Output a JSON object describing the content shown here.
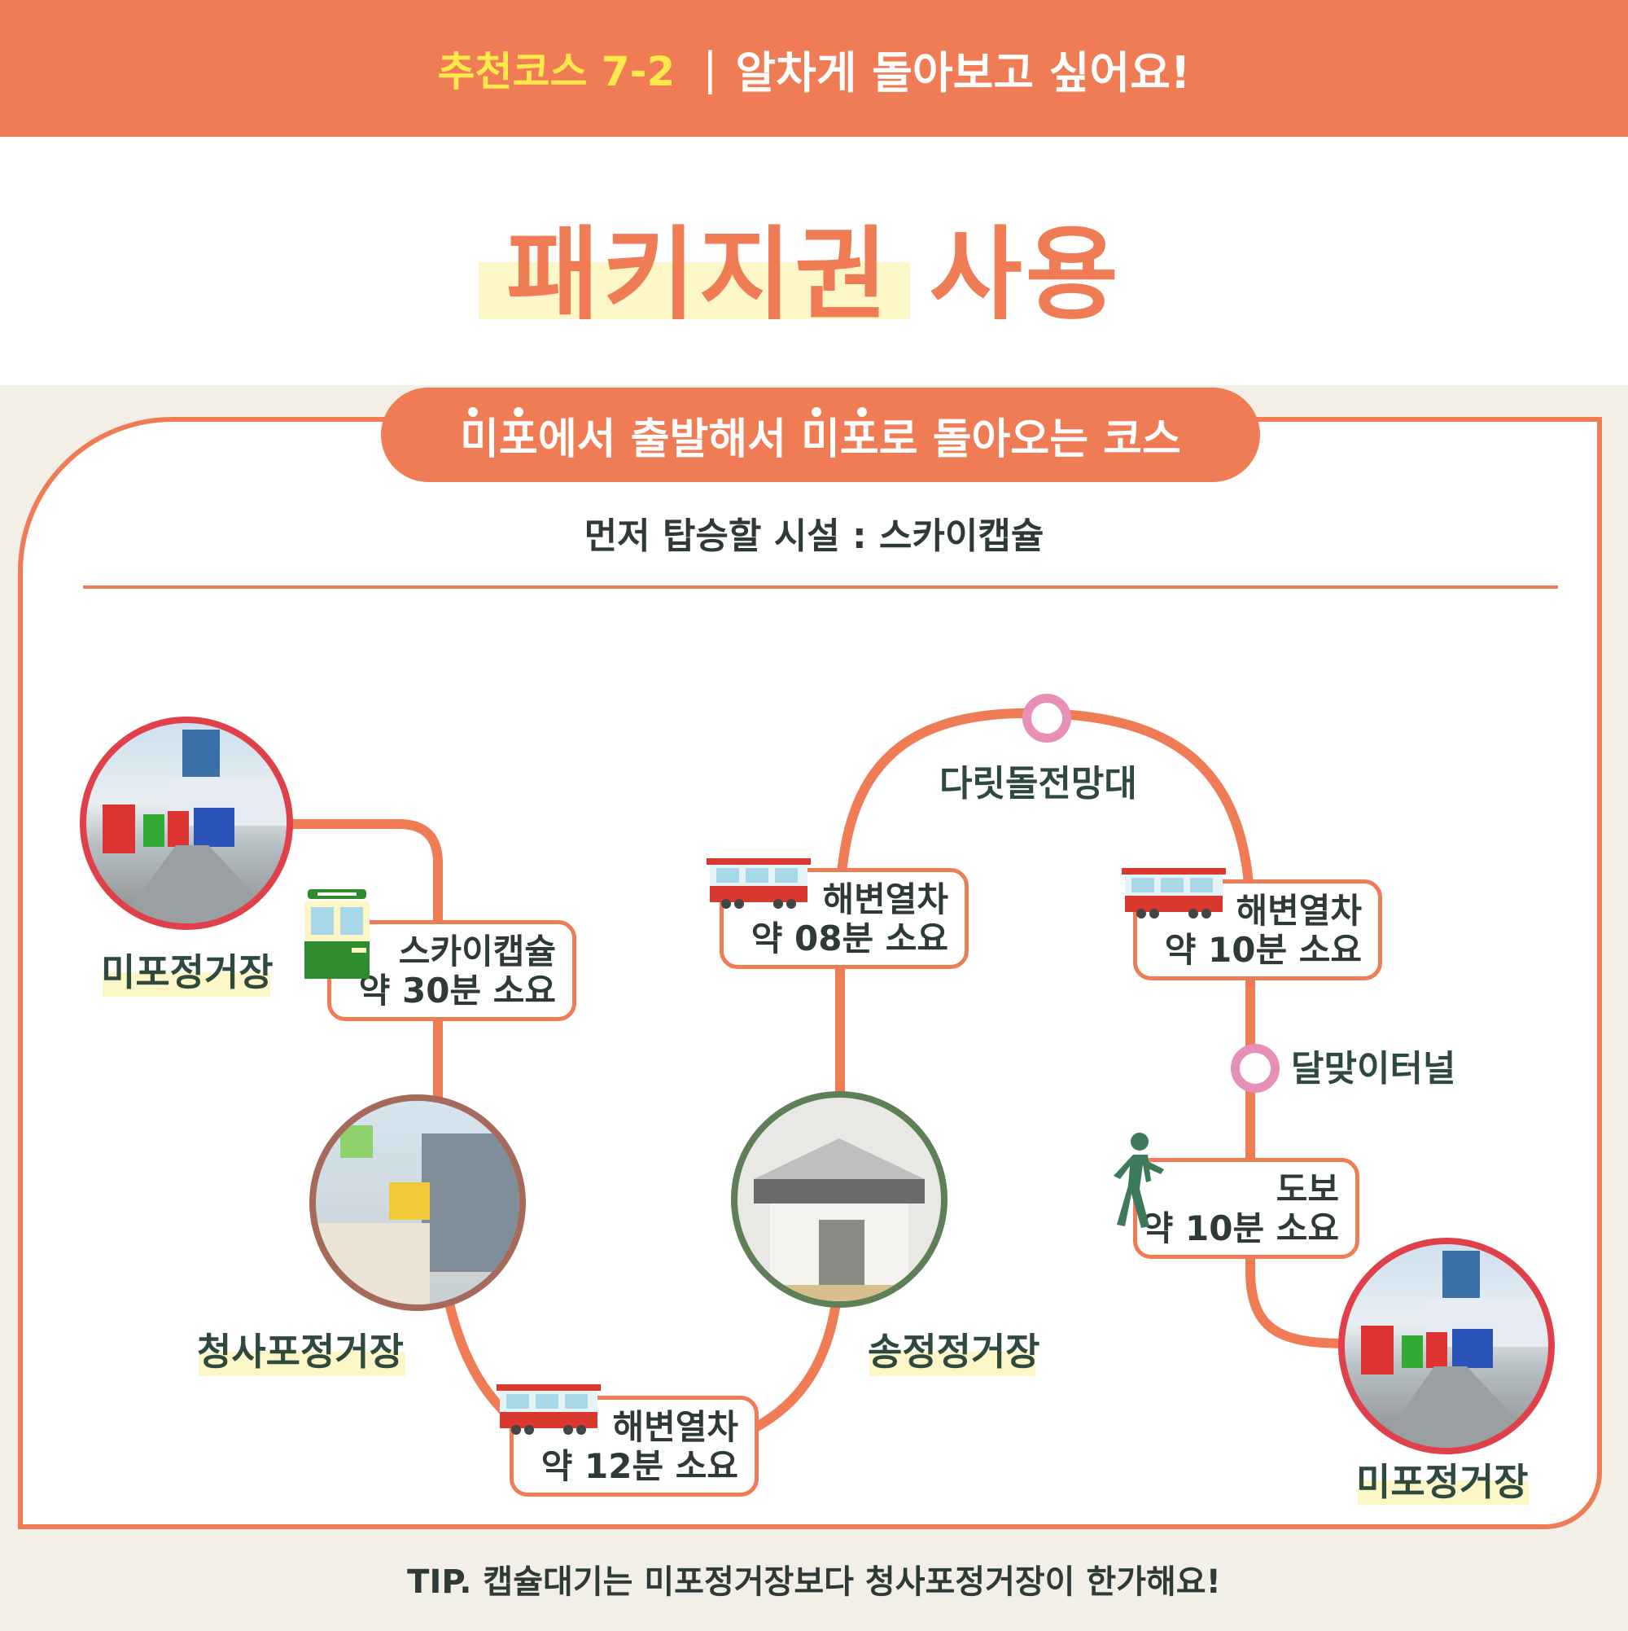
{
  "header": {
    "course": "추천코스 7-2",
    "separator": "|",
    "subtitle": "알차게 돌아보고 싶어요!"
  },
  "title": "패키지권 사용",
  "route_banner": "미포에서 출발해서 미포로 돌아오는 코스",
  "first_ride": "먼저 탑승할 시설 : 스카이캡슐",
  "stations": {
    "start": "미포정거장",
    "cheongsapo": "청사포정거장",
    "songjeong": "송정정거장",
    "end": "미포정거장"
  },
  "stops": {
    "daritdol": "다릿돌전망대",
    "dalmaji": "달맞이터널"
  },
  "legs": [
    {
      "mode": "스카이캡슐",
      "time": "약 30분 소요"
    },
    {
      "mode": "해변열차",
      "time": "약 12분 소요"
    },
    {
      "mode": "해변열차",
      "time": "약 08분 소요"
    },
    {
      "mode": "해변열차",
      "time": "약 10분 소요"
    },
    {
      "mode": "도보",
      "time": "약 10분 소요"
    }
  ],
  "tip": "TIP. 캡슐대기는 미포정거장보다 청사포정거장이 한가해요!",
  "colors": {
    "accent": "#f07c55",
    "yellow": "#ffe94a",
    "highlight": "#fdf6c6",
    "panel": "#f1efe6",
    "pink": "#e88fb8",
    "green": "#2e8b2e",
    "walker": "#3c7a5a"
  },
  "icons": [
    "sky-capsule-icon",
    "beach-train-icon",
    "walking-person-icon",
    "station-photo-icon"
  ]
}
